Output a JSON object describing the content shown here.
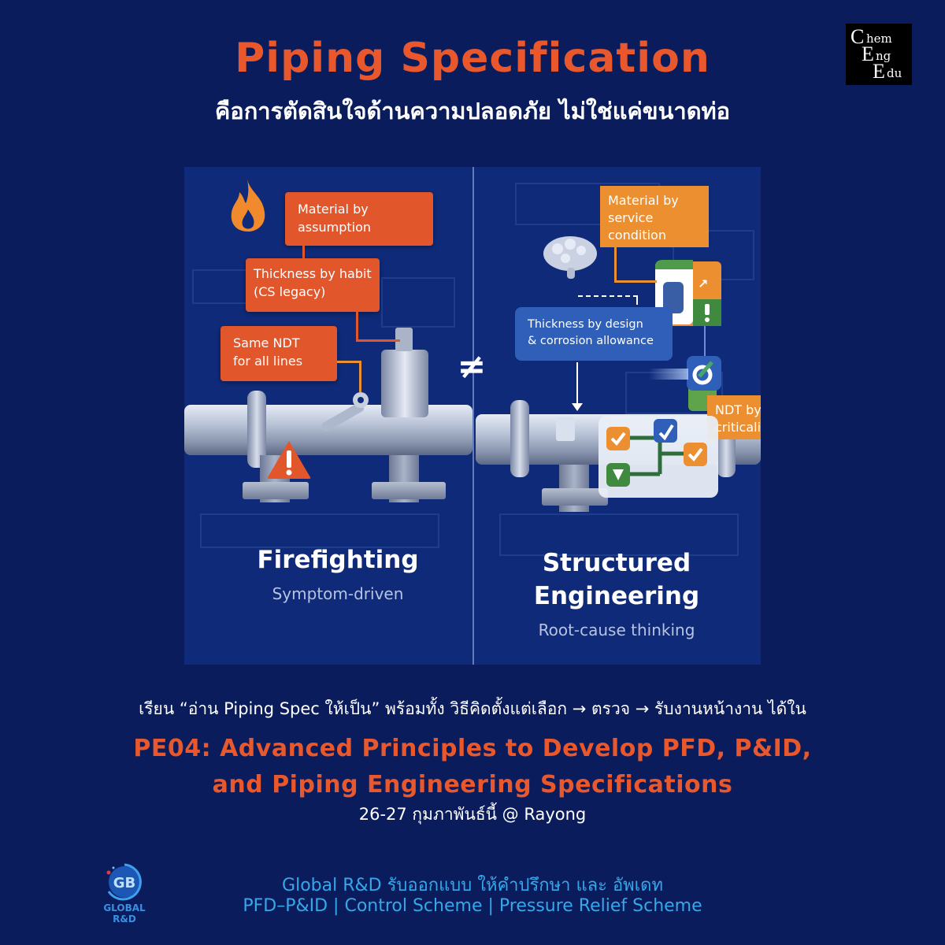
{
  "header": {
    "title": "Piping Specification",
    "subtitle": "คือการตัดสินใจด้านความปลอดภัย ไม่ใช่แค่ขนาดท่อ"
  },
  "brand_logo": {
    "line1": "hem",
    "line2": "ng",
    "line3": "du",
    "initial1": "C",
    "initial2": "E",
    "initial3": "E"
  },
  "illustration": {
    "comparison_symbol": "≠",
    "left": {
      "heading": "Firefighting",
      "subheading": "Symptom-driven",
      "cards": [
        {
          "line1": "Material by",
          "line2": "assumption"
        },
        {
          "line1": "Thickness by habit",
          "line2": "(CS legacy)"
        },
        {
          "line1": "Same NDT",
          "line2": "for all lines"
        }
      ],
      "icons": [
        "fire-icon",
        "warning-icon",
        "wrench-icon"
      ]
    },
    "right": {
      "heading_line1": "Structured",
      "heading_line2": "Engineering",
      "subheading": "Root-cause thinking",
      "cards": [
        {
          "line1": "Material by",
          "line2": "service",
          "line3": "condition"
        },
        {
          "line1": "Thickness by design",
          "line2": "& corrosion allowance"
        },
        {
          "line1": "NDT by line",
          "line2": "criticality"
        }
      ],
      "icons": [
        "brain-icon",
        "spec-book-icon",
        "inspection-gauge-icon",
        "checklist-icon"
      ]
    }
  },
  "promo": {
    "learn_line": "เรียน “อ่าน Piping Spec ให้เป็น” พร้อมทั้ง วิธีคิดตั้งแต่เลือก → ตรวจ → รับงานหน้างาน ได้ใน",
    "course_line1": "PE04: Advanced Principles to Develop PFD, P&ID,",
    "course_line2": "and Piping Engineering Specifications",
    "date_line": "26-27 กุมภาพันธ์นี้ @ Rayong"
  },
  "footer": {
    "logo_text": "GLOBAL R&D",
    "logo_letters": "GB",
    "line1": "Global R&D รับออกแบบ ให้คำปรึกษา และ อัพเดท",
    "line2": "PFD–P&ID | Control Scheme | Pressure Relief Scheme"
  },
  "colors": {
    "background": "#0b1c5c",
    "accent_red": "#e8582c",
    "accent_orange": "#ec8f31",
    "accent_blue_card": "#2f5fb8",
    "footer_text": "#35a8ea"
  }
}
